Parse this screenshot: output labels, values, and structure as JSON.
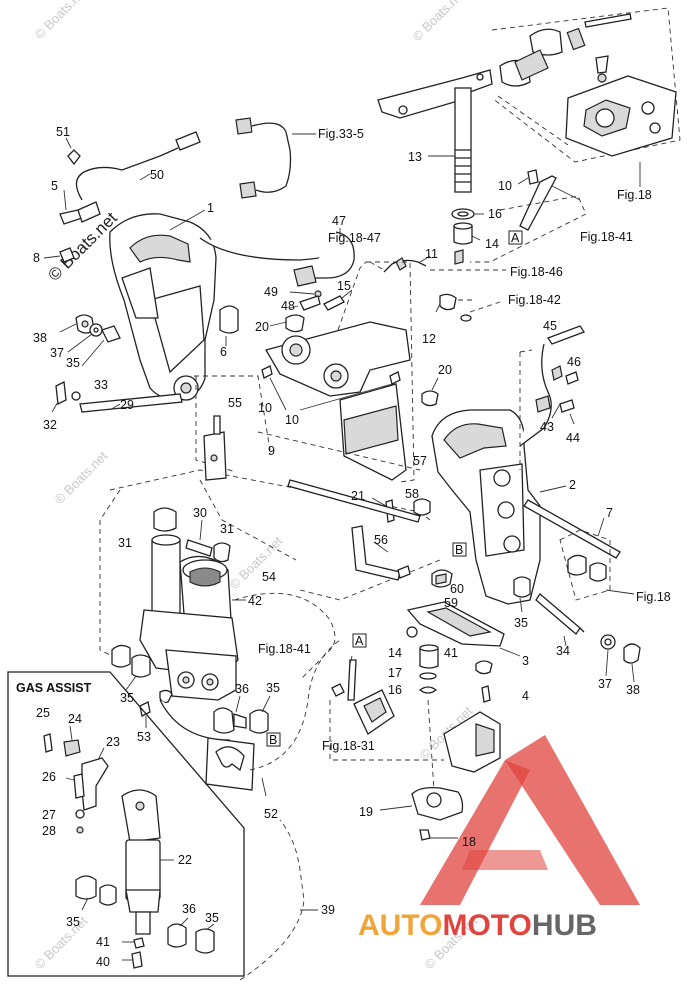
{
  "watermarks": [
    "© Boats.net",
    "© Boats.net",
    "© Boats.net",
    "© Boats.net",
    "© Boats.net",
    "© Boats.net",
    "© Boats.net",
    "© Boats.net"
  ],
  "callouts": {
    "p1": "1",
    "p2": "2",
    "p3": "3",
    "p4": "4",
    "p5": "5",
    "p6": "6",
    "p7": "7",
    "p8": "8",
    "p9": "9",
    "p10a": "10",
    "p10b": "10",
    "p10c": "10",
    "p11": "11",
    "p12": "12",
    "p13": "13",
    "p14a": "14",
    "p14b": "14",
    "p15": "15",
    "p16a": "16",
    "p16b": "16",
    "p17": "17",
    "p18": "18",
    "p19": "19",
    "p20a": "20",
    "p20b": "20",
    "p21": "21",
    "p22": "22",
    "p23": "23",
    "p24": "24",
    "p25": "25",
    "p26": "26",
    "p27": "27",
    "p28": "28",
    "p29": "29",
    "p30": "30",
    "p31a": "31",
    "p31b": "31",
    "p32": "32",
    "p33": "33",
    "p34": "34",
    "p35a": "35",
    "p35b": "35",
    "p35c": "35",
    "p35d": "35",
    "p35e": "35",
    "p35f": "35",
    "p36a": "36",
    "p36b": "36",
    "p37a": "37",
    "p37b": "37",
    "p38a": "38",
    "p38b": "38",
    "p39": "39",
    "p40": "40",
    "p41a": "41",
    "p41b": "41",
    "p42": "42",
    "p43": "43",
    "p44": "44",
    "p45": "45",
    "p46": "46",
    "p47": "47",
    "p48": "48",
    "p49": "49",
    "p50": "50",
    "p51": "51",
    "p52": "52",
    "p53": "53",
    "p54": "54",
    "p55": "55",
    "p56": "56",
    "p57": "57",
    "p58": "58",
    "p59": "59",
    "p60": "60"
  },
  "figure_refs": {
    "fig33_5": "Fig.33-5",
    "fig18_top": "Fig.18",
    "fig18_41_top": "Fig.18-41",
    "fig18_47": "Fig.18-47",
    "fig18_46": "Fig.18-46",
    "fig18_42": "Fig.18-42",
    "fig18_right": "Fig.18",
    "fig18_41_mid": "Fig.18-41",
    "fig18_31": "Fig.18-31"
  },
  "box_labels": {
    "a1": "A",
    "a2": "A",
    "b1": "B",
    "b2": "B"
  },
  "gas_assist_title": "GAS ASSIST",
  "logo": {
    "part1": "AUTO",
    "part2": "MOTO",
    "part3": "HUB",
    "color_red": "#e0443e",
    "color_orange": "#f0a53a",
    "color_gray": "#666666"
  }
}
